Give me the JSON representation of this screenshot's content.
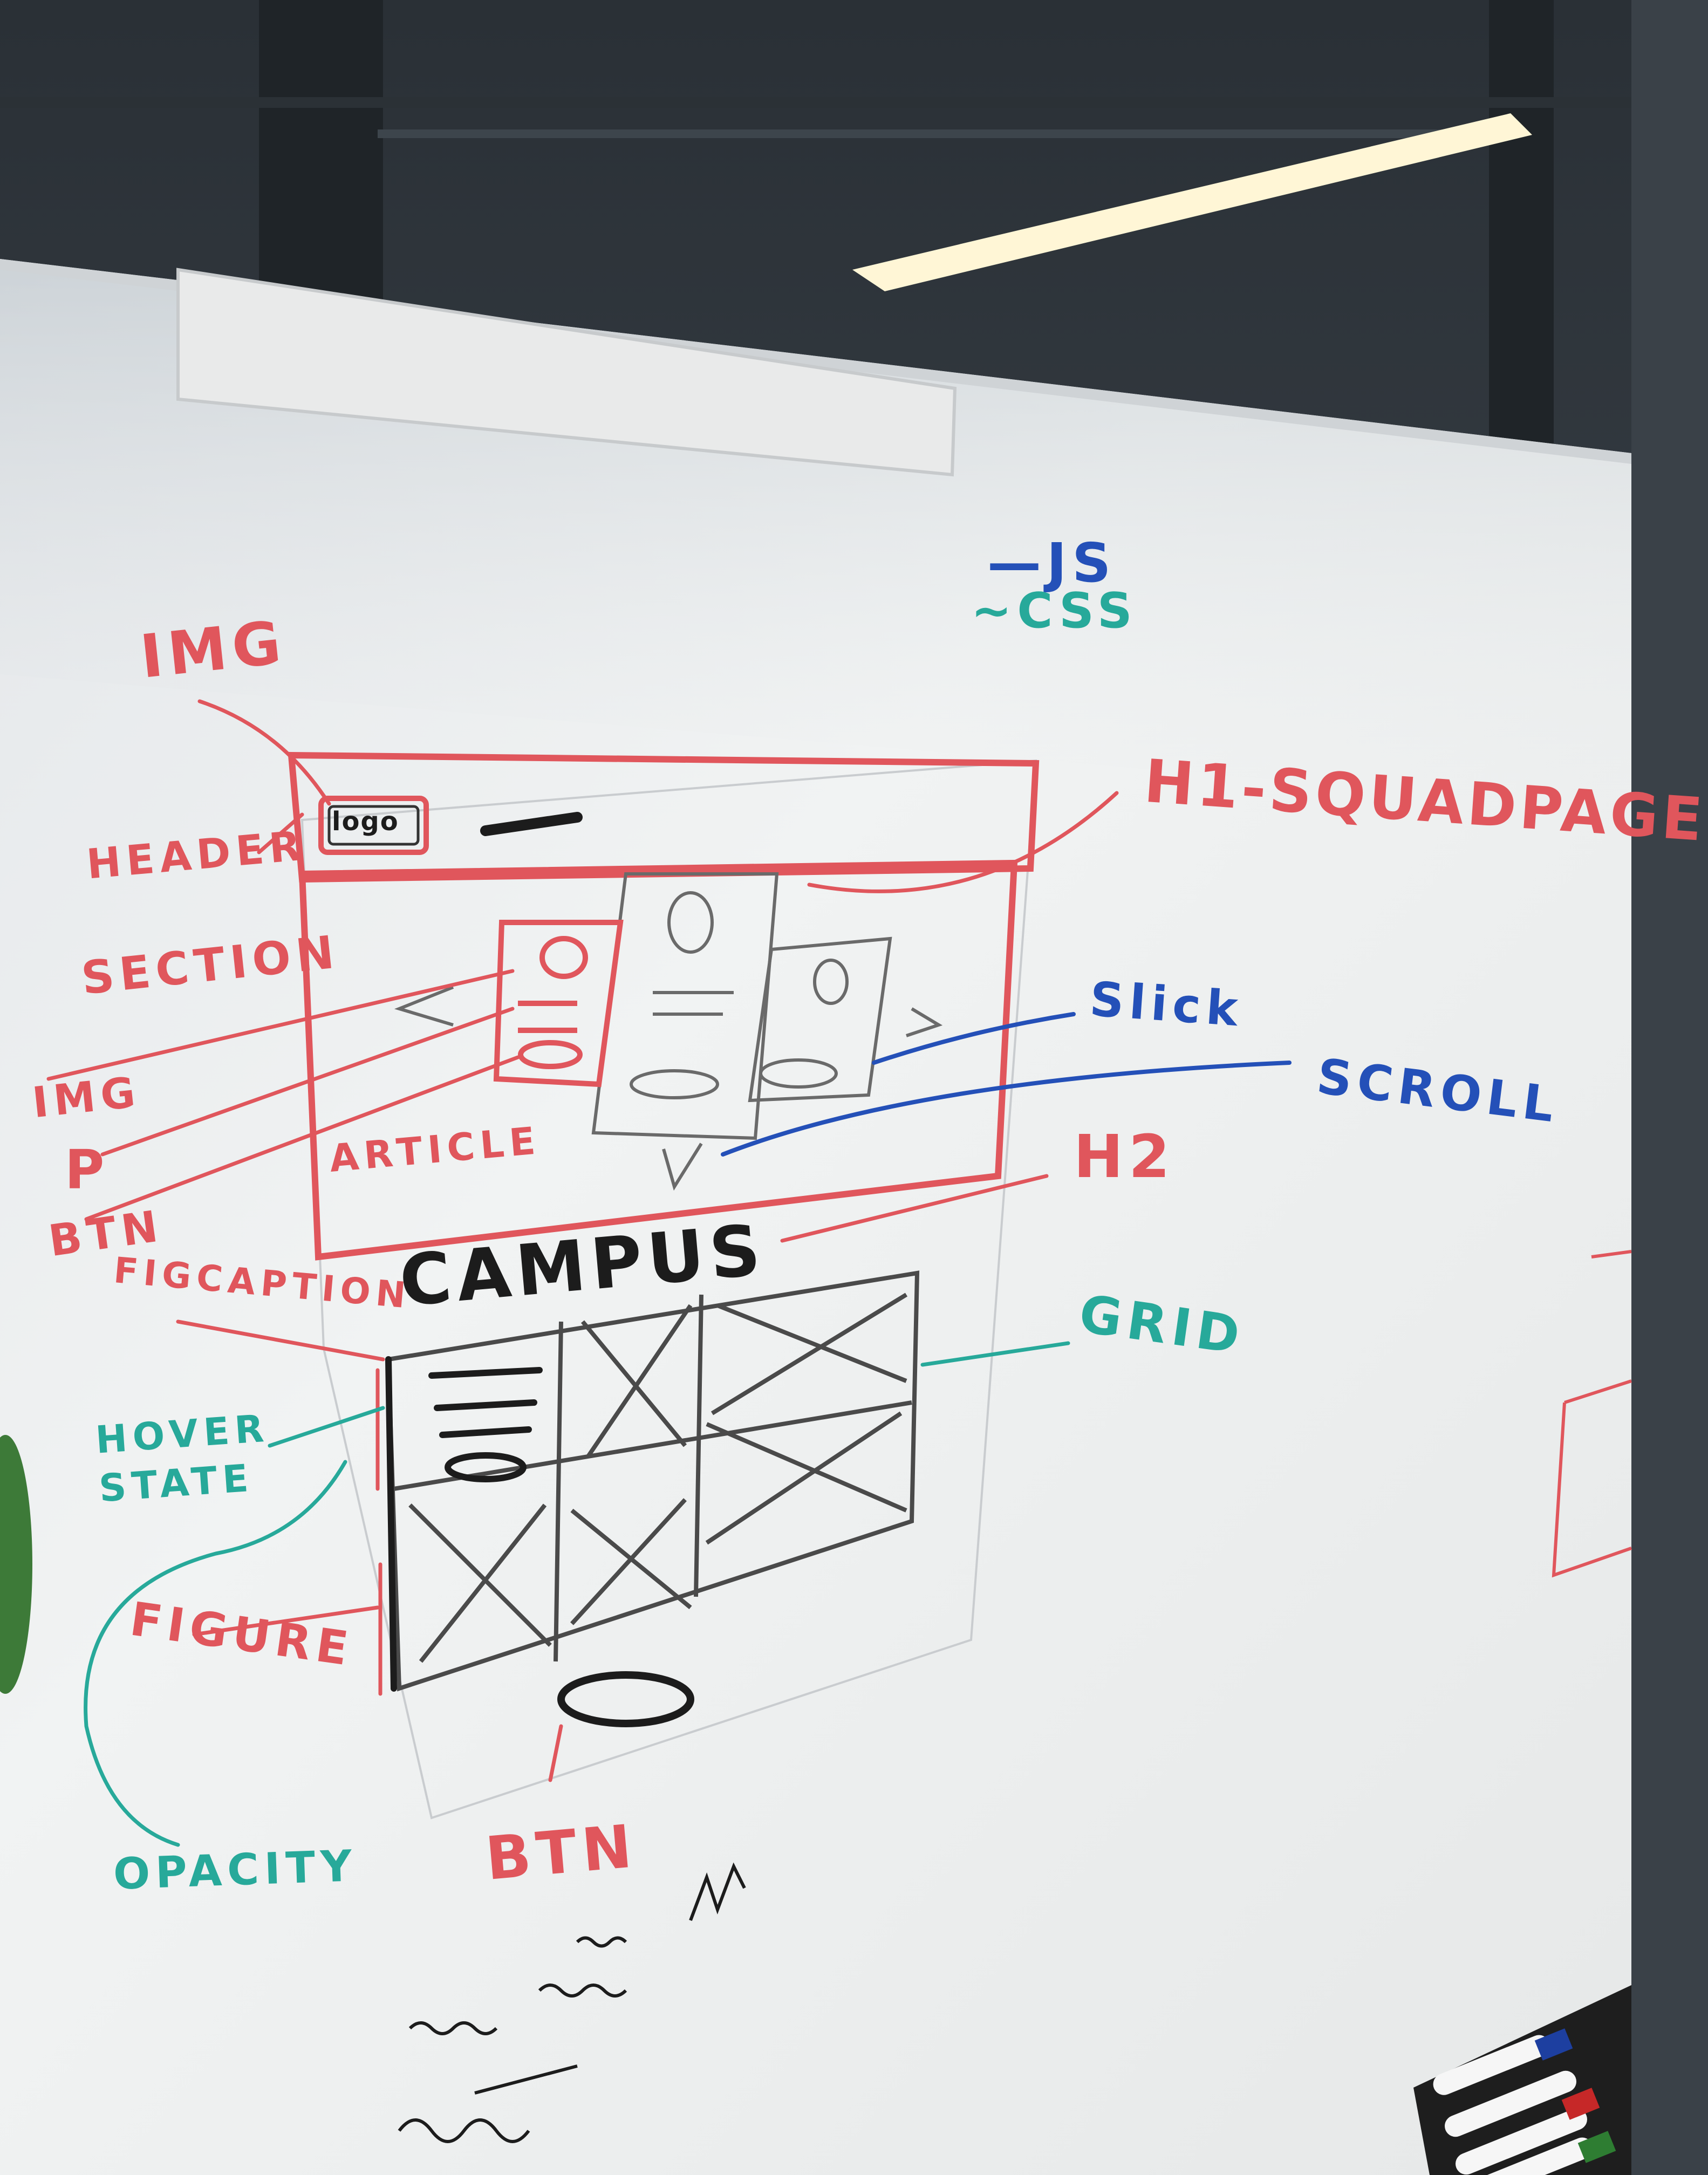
{
  "photo": {
    "subject": "Whiteboard wireframe sketch",
    "annotations": {
      "img_top": "IMG",
      "js": "—JS",
      "css": "~CSS",
      "logo": "logo",
      "header": "HEADER",
      "h1": "H1-SQUADPAGE",
      "section": "SECTION",
      "img_left": "IMG",
      "p": "P",
      "btn_left": "BTN",
      "article": "ARTICLE",
      "slick": "Slick",
      "scroll": "SCROLL",
      "h2": "H2",
      "figcaption": "FIGCAPTION",
      "campus": "CAMPUS",
      "grid": "GRID",
      "hover_state": "HOVER STATE",
      "figure": "FIGURE",
      "opacity": "OPACITY",
      "btn_bottom": "BTN"
    }
  },
  "colors": {
    "red_marker": "#e0565c",
    "blue_marker": "#2450b8",
    "teal_marker": "#27a99a",
    "black_marker": "#1c1c1c",
    "board": "#eef0f0"
  }
}
